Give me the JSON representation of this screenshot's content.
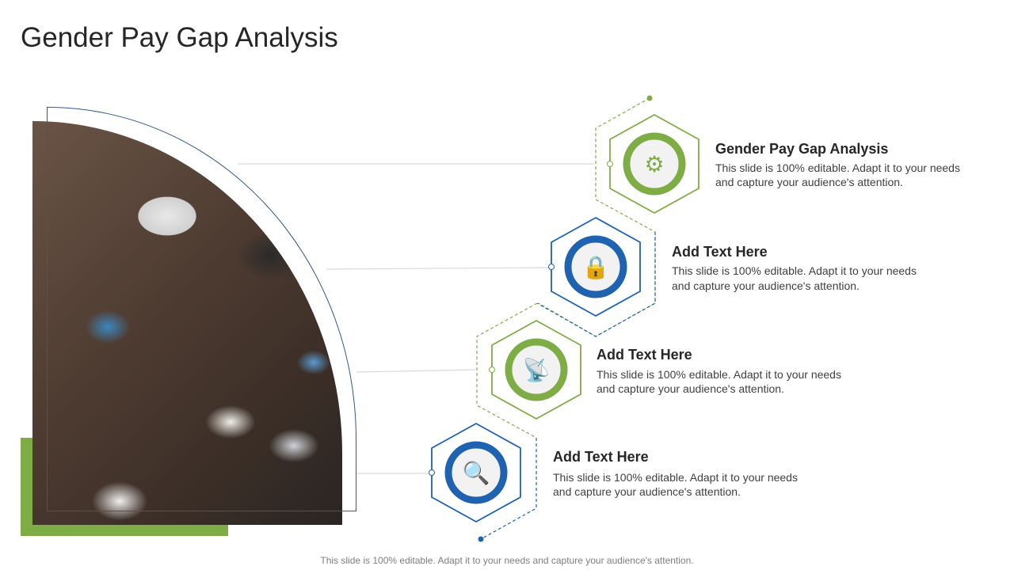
{
  "title": "Gender Pay Gap Analysis",
  "footer": "This slide is 100% editable. Adapt it to your needs and capture your audience's attention.",
  "colors": {
    "green": "#7fad45",
    "blue": "#1f63b0"
  },
  "items": [
    {
      "heading": "Gender Pay Gap Analysis",
      "line1": "This slide is 100% editable. Adapt it to your needs",
      "line2": "and capture your audience's attention.",
      "icon": "gear-wrench-hand-icon"
    },
    {
      "heading": "Add Text Here",
      "line1": "This slide is 100% editable. Adapt it to your needs",
      "line2": "and capture your audience's attention.",
      "icon": "lock-globe-icon"
    },
    {
      "heading": "Add Text Here",
      "line1": "This slide is 100% editable. Adapt it to your needs",
      "line2": "and capture your audience's attention.",
      "icon": "satellite-globe-icon"
    },
    {
      "heading": "Add Text Here",
      "line1": "This slide is 100% editable. Adapt it to your needs",
      "line2": "and capture your audience's attention.",
      "icon": "documents-search-icon"
    }
  ]
}
